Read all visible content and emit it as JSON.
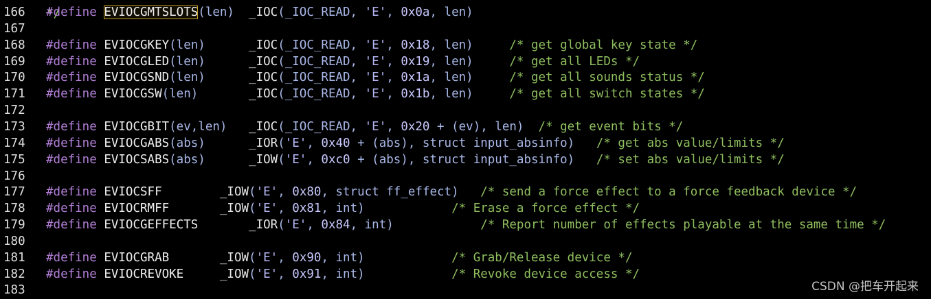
{
  "colors": {
    "background": "#000000",
    "preprocessor": "#b37fd8",
    "macro_name": "#f0f0f0",
    "param": "#a9b8e8",
    "string": "#b7b7f7",
    "number": "#c8c8ff",
    "comment": "#8fbf5f",
    "cursor_outline": "#c9a227"
  },
  "editor": {
    "top_partial_text": "*/",
    "lines": [
      {
        "num": "166",
        "tokens": [
          {
            "c": "pp",
            "t": "#define"
          },
          {
            "c": "txt",
            "t": " "
          },
          {
            "c": "def",
            "t": "EVIOCGMTSLOTS",
            "cursor": true
          },
          {
            "c": "par",
            "t": "(len)"
          },
          {
            "c": "txt",
            "t": "  _IOC"
          },
          {
            "c": "par",
            "t": "(_IOC_READ, "
          },
          {
            "c": "str",
            "t": "'E'"
          },
          {
            "c": "par",
            "t": ", "
          },
          {
            "c": "num",
            "t": "0x0a"
          },
          {
            "c": "par",
            "t": ", len)"
          }
        ]
      },
      {
        "num": "167",
        "tokens": []
      },
      {
        "num": "168",
        "tokens": [
          {
            "c": "pp",
            "t": "#define"
          },
          {
            "c": "txt",
            "t": " "
          },
          {
            "c": "def",
            "t": "EVIOCGKEY"
          },
          {
            "c": "par",
            "t": "(len)"
          },
          {
            "c": "txt",
            "t": "      _IOC"
          },
          {
            "c": "par",
            "t": "(_IOC_READ, "
          },
          {
            "c": "str",
            "t": "'E'"
          },
          {
            "c": "par",
            "t": ", "
          },
          {
            "c": "num",
            "t": "0x18"
          },
          {
            "c": "par",
            "t": ", len)"
          },
          {
            "c": "txt",
            "t": "     "
          },
          {
            "c": "cm",
            "t": "/* get global key state */"
          }
        ]
      },
      {
        "num": "169",
        "tokens": [
          {
            "c": "pp",
            "t": "#define"
          },
          {
            "c": "txt",
            "t": " "
          },
          {
            "c": "def",
            "t": "EVIOCGLED"
          },
          {
            "c": "par",
            "t": "(len)"
          },
          {
            "c": "txt",
            "t": "      _IOC"
          },
          {
            "c": "par",
            "t": "(_IOC_READ, "
          },
          {
            "c": "str",
            "t": "'E'"
          },
          {
            "c": "par",
            "t": ", "
          },
          {
            "c": "num",
            "t": "0x19"
          },
          {
            "c": "par",
            "t": ", len)"
          },
          {
            "c": "txt",
            "t": "     "
          },
          {
            "c": "cm",
            "t": "/* get all LEDs */"
          }
        ]
      },
      {
        "num": "170",
        "tokens": [
          {
            "c": "pp",
            "t": "#define"
          },
          {
            "c": "txt",
            "t": " "
          },
          {
            "c": "def",
            "t": "EVIOCGSND"
          },
          {
            "c": "par",
            "t": "(len)"
          },
          {
            "c": "txt",
            "t": "      _IOC"
          },
          {
            "c": "par",
            "t": "(_IOC_READ, "
          },
          {
            "c": "str",
            "t": "'E'"
          },
          {
            "c": "par",
            "t": ", "
          },
          {
            "c": "num",
            "t": "0x1a"
          },
          {
            "c": "par",
            "t": ", len)"
          },
          {
            "c": "txt",
            "t": "     "
          },
          {
            "c": "cm",
            "t": "/* get all sounds status */"
          }
        ]
      },
      {
        "num": "171",
        "tokens": [
          {
            "c": "pp",
            "t": "#define"
          },
          {
            "c": "txt",
            "t": " "
          },
          {
            "c": "def",
            "t": "EVIOCGSW"
          },
          {
            "c": "par",
            "t": "(len)"
          },
          {
            "c": "txt",
            "t": "       _IOC"
          },
          {
            "c": "par",
            "t": "(_IOC_READ, "
          },
          {
            "c": "str",
            "t": "'E'"
          },
          {
            "c": "par",
            "t": ", "
          },
          {
            "c": "num",
            "t": "0x1b"
          },
          {
            "c": "par",
            "t": ", len)"
          },
          {
            "c": "txt",
            "t": "     "
          },
          {
            "c": "cm",
            "t": "/* get all switch states */"
          }
        ]
      },
      {
        "num": "172",
        "tokens": []
      },
      {
        "num": "173",
        "tokens": [
          {
            "c": "pp",
            "t": "#define"
          },
          {
            "c": "txt",
            "t": " "
          },
          {
            "c": "def",
            "t": "EVIOCGBIT"
          },
          {
            "c": "par",
            "t": "(ev,len)"
          },
          {
            "c": "txt",
            "t": "   _IOC"
          },
          {
            "c": "par",
            "t": "(_IOC_READ, "
          },
          {
            "c": "str",
            "t": "'E'"
          },
          {
            "c": "par",
            "t": ", "
          },
          {
            "c": "num",
            "t": "0x20"
          },
          {
            "c": "par",
            "t": " + (ev), len)"
          },
          {
            "c": "txt",
            "t": "  "
          },
          {
            "c": "cm",
            "t": "/* get event bits */"
          }
        ]
      },
      {
        "num": "174",
        "tokens": [
          {
            "c": "pp",
            "t": "#define"
          },
          {
            "c": "txt",
            "t": " "
          },
          {
            "c": "def",
            "t": "EVIOCGABS"
          },
          {
            "c": "par",
            "t": "(abs)"
          },
          {
            "c": "txt",
            "t": "      _IOR"
          },
          {
            "c": "par",
            "t": "("
          },
          {
            "c": "str",
            "t": "'E'"
          },
          {
            "c": "par",
            "t": ", "
          },
          {
            "c": "num",
            "t": "0x40"
          },
          {
            "c": "par",
            "t": " + (abs), struct input_absinfo)"
          },
          {
            "c": "txt",
            "t": "   "
          },
          {
            "c": "cm",
            "t": "/* get abs value/limits */"
          }
        ]
      },
      {
        "num": "175",
        "tokens": [
          {
            "c": "pp",
            "t": "#define"
          },
          {
            "c": "txt",
            "t": " "
          },
          {
            "c": "def",
            "t": "EVIOCSABS"
          },
          {
            "c": "par",
            "t": "(abs)"
          },
          {
            "c": "txt",
            "t": "      _IOW"
          },
          {
            "c": "par",
            "t": "("
          },
          {
            "c": "str",
            "t": "'E'"
          },
          {
            "c": "par",
            "t": ", "
          },
          {
            "c": "num",
            "t": "0xc0"
          },
          {
            "c": "par",
            "t": " + (abs), struct input_absinfo)"
          },
          {
            "c": "txt",
            "t": "   "
          },
          {
            "c": "cm",
            "t": "/* set abs value/limits */"
          }
        ]
      },
      {
        "num": "176",
        "tokens": []
      },
      {
        "num": "177",
        "tokens": [
          {
            "c": "pp",
            "t": "#define"
          },
          {
            "c": "txt",
            "t": " "
          },
          {
            "c": "def",
            "t": "EVIOCSFF"
          },
          {
            "c": "txt",
            "t": "        _IOW"
          },
          {
            "c": "par",
            "t": "("
          },
          {
            "c": "str",
            "t": "'E'"
          },
          {
            "c": "par",
            "t": ", "
          },
          {
            "c": "num",
            "t": "0x80"
          },
          {
            "c": "par",
            "t": ", struct ff_effect)"
          },
          {
            "c": "txt",
            "t": "   "
          },
          {
            "c": "cm",
            "t": "/* send a force effect to a force feedback device */"
          }
        ]
      },
      {
        "num": "178",
        "tokens": [
          {
            "c": "pp",
            "t": "#define"
          },
          {
            "c": "txt",
            "t": " "
          },
          {
            "c": "def",
            "t": "EVIOCRMFF"
          },
          {
            "c": "txt",
            "t": "       _IOW"
          },
          {
            "c": "par",
            "t": "("
          },
          {
            "c": "str",
            "t": "'E'"
          },
          {
            "c": "par",
            "t": ", "
          },
          {
            "c": "num",
            "t": "0x81"
          },
          {
            "c": "par",
            "t": ", int)"
          },
          {
            "c": "txt",
            "t": "            "
          },
          {
            "c": "cm",
            "t": "/* Erase a force effect */"
          }
        ]
      },
      {
        "num": "179",
        "tokens": [
          {
            "c": "pp",
            "t": "#define"
          },
          {
            "c": "txt",
            "t": " "
          },
          {
            "c": "def",
            "t": "EVIOCGEFFECTS"
          },
          {
            "c": "txt",
            "t": "       _IOR"
          },
          {
            "c": "par",
            "t": "("
          },
          {
            "c": "str",
            "t": "'E'"
          },
          {
            "c": "par",
            "t": ", "
          },
          {
            "c": "num",
            "t": "0x84"
          },
          {
            "c": "par",
            "t": ", int)"
          },
          {
            "c": "txt",
            "t": "            "
          },
          {
            "c": "cm",
            "t": "/* Report number of effects playable at the same time */"
          }
        ]
      },
      {
        "num": "180",
        "tokens": []
      },
      {
        "num": "181",
        "tokens": [
          {
            "c": "pp",
            "t": "#define"
          },
          {
            "c": "txt",
            "t": " "
          },
          {
            "c": "def",
            "t": "EVIOCGRAB"
          },
          {
            "c": "txt",
            "t": "       _IOW"
          },
          {
            "c": "par",
            "t": "("
          },
          {
            "c": "str",
            "t": "'E'"
          },
          {
            "c": "par",
            "t": ", "
          },
          {
            "c": "num",
            "t": "0x90"
          },
          {
            "c": "par",
            "t": ", int)"
          },
          {
            "c": "txt",
            "t": "            "
          },
          {
            "c": "cm",
            "t": "/* Grab/Release device */"
          }
        ]
      },
      {
        "num": "182",
        "tokens": [
          {
            "c": "pp",
            "t": "#define"
          },
          {
            "c": "txt",
            "t": " "
          },
          {
            "c": "def",
            "t": "EVIOCREVOKE"
          },
          {
            "c": "txt",
            "t": "     _IOW"
          },
          {
            "c": "par",
            "t": "("
          },
          {
            "c": "str",
            "t": "'E'"
          },
          {
            "c": "par",
            "t": ", "
          },
          {
            "c": "num",
            "t": "0x91"
          },
          {
            "c": "par",
            "t": ", int)"
          },
          {
            "c": "txt",
            "t": "            "
          },
          {
            "c": "cm",
            "t": "/* Revoke device access */"
          }
        ]
      },
      {
        "num": "183",
        "tokens": []
      }
    ]
  },
  "watermark": "CSDN @把车开起来"
}
